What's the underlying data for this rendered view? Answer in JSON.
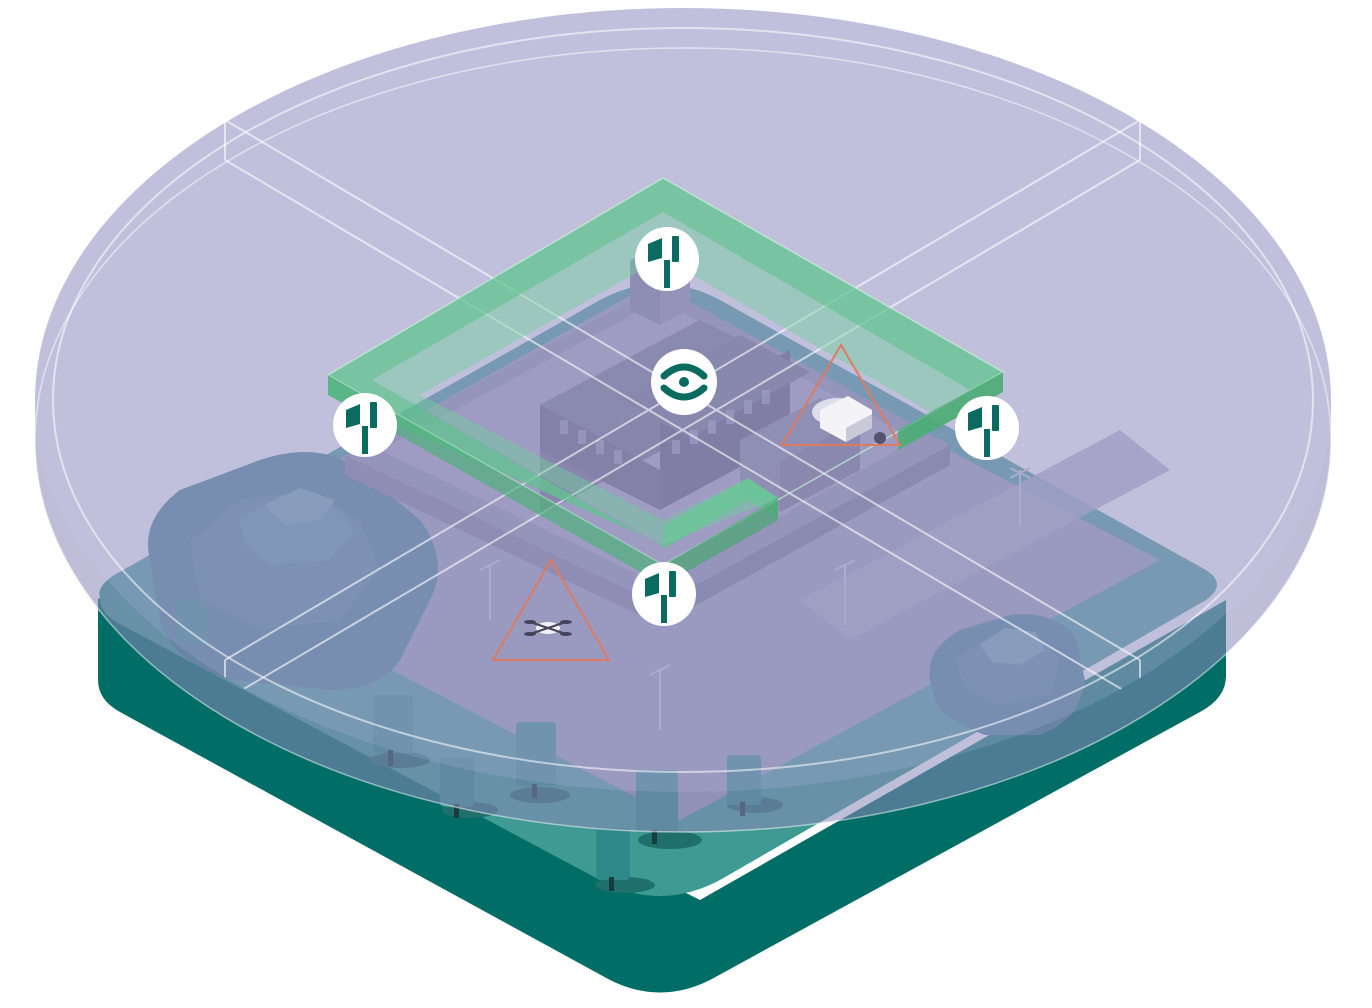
{
  "scene": {
    "kind": "isometric-facility-protection-illustration",
    "colors": {
      "ground_top": "#9a9ab5",
      "base_side": "#006e66",
      "base_top": "#3f9a93",
      "rocks": "#4a8596",
      "trees": "#2e8a88",
      "dome_fill": "#9b9ac6",
      "dome_rim": "#8a89b8",
      "fence_zone": "#5fc48d",
      "building_wall": "#615e78",
      "building_roof": "#6b6a84",
      "threat": "#e07a5f",
      "icon_badge": "#ffffff",
      "icon_glyph": "#0b6b60"
    },
    "sensors": [
      {
        "icon": "radio-tower-icon",
        "label": "north"
      },
      {
        "icon": "radio-tower-icon",
        "label": "west"
      },
      {
        "icon": "radio-tower-icon",
        "label": "east"
      },
      {
        "icon": "radio-tower-icon",
        "label": "south"
      }
    ],
    "hub": {
      "icon": "hub-logo-icon"
    },
    "threats": [
      {
        "icon": "drone-icon",
        "kind": "drone"
      },
      {
        "icon": "vehicle-icon",
        "kind": "vehicle"
      }
    ]
  }
}
